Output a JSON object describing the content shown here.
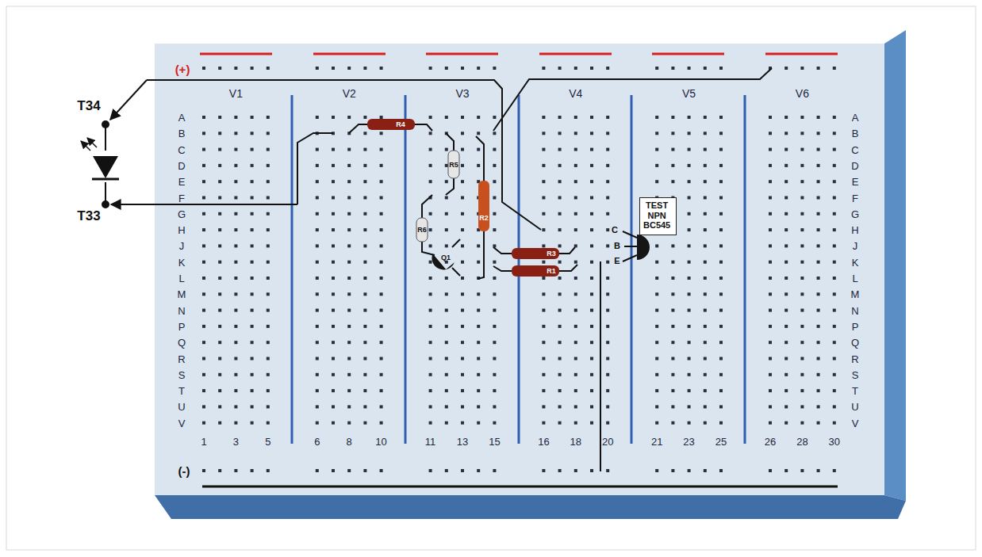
{
  "diagram": {
    "nodes": [
      {
        "text": [
          "TEST NPN BC545"
        ]
      }
    ],
    "labels": [
      "(+)",
      "(-)",
      "T34",
      "T33",
      "V1",
      "V2",
      "V3",
      "V4",
      "V5",
      "V6",
      "A",
      "B",
      "C",
      "D",
      "E",
      "F",
      "G",
      "H",
      "J",
      "K",
      "L",
      "M",
      "N",
      "P",
      "Q",
      "R",
      "S",
      "T",
      "U",
      "V",
      "A",
      "B",
      "C",
      "D",
      "E",
      "F",
      "G",
      "H",
      "J",
      "K",
      "L",
      "M",
      "N",
      "P",
      "Q",
      "R",
      "S",
      "T",
      "U",
      "V",
      "1",
      "3",
      "5",
      "6",
      "8",
      "10",
      "11",
      "13",
      "15",
      "16",
      "18",
      "20",
      "21",
      "23",
      "25",
      "26",
      "28",
      "30",
      "R4",
      "R5",
      "R2",
      "R6",
      "Q1",
      "R3",
      "R1",
      "C",
      "B",
      "E"
    ]
  }
}
